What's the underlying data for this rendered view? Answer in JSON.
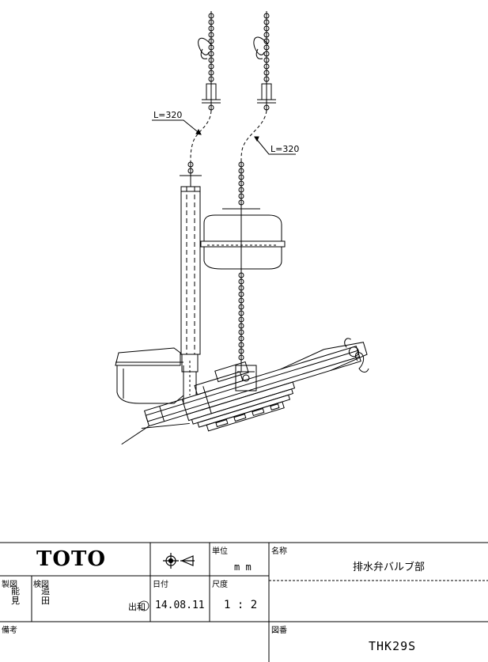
{
  "drawing": {
    "chain_length_left": "L=320",
    "chain_length_right": "L=320"
  },
  "title_block": {
    "company": "TOTO",
    "unit_label": "単位",
    "unit_value": "m m",
    "name_label": "名称",
    "name_value": "排水弁バルブ部",
    "drawn_label": "製図",
    "drawn_value": "能\n見",
    "checked_label": "検図",
    "checked_value": "追\n田",
    "stamp_text": "出和",
    "date_label": "日付",
    "date_value": "14.08.11",
    "scale_label": "尺度",
    "scale_value": "1 : 2",
    "remarks_label": "備考",
    "drawing_no_label": "図番",
    "drawing_no_value": "THK29S"
  }
}
